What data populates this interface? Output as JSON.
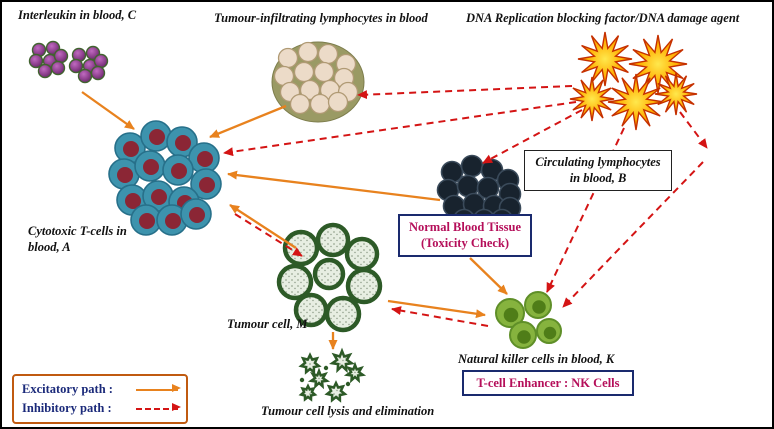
{
  "labels": {
    "interleukin": "Interleukin in blood, C",
    "til": "Tumour-infiltrating lymphocytes in blood",
    "dna_agent": "DNA Replication blocking factor/DNA damage agent",
    "cytotoxic": "Cytotoxic T-cells in blood, A",
    "circulating": "Circulating lymphocytes in blood, B",
    "normal_tissue_line1": "Normal Blood Tissue",
    "normal_tissue_line2": "(Toxicity Check)",
    "tumour": "Tumour cell, M",
    "nk": "Natural killer cells in blood, K",
    "enhancer": "T-cell Enhancer : NK Cells",
    "lysis": "Tumour cell lysis and elimination"
  },
  "legend": {
    "excitatory": "Excitatory path :",
    "inhibitory": "Inhibitory path :"
  },
  "colors": {
    "excitatory": "#e8821e",
    "inhibitory": "#d41414",
    "legend_border": "#c05a10",
    "box_border": "#1a2a6e",
    "crimson_text": "#b50f5a",
    "text": "#111111",
    "tcell_body": "#3d93ad",
    "tcell_nucleus": "#8b2635",
    "lymphocyte": "#18232e",
    "til_cell": "#ecdbc8",
    "tumour_rim": "#2d5a27",
    "nk_body": "#86b33e",
    "interleukin_cell": "#8a3d8a",
    "starburst": "#ff8c00"
  }
}
